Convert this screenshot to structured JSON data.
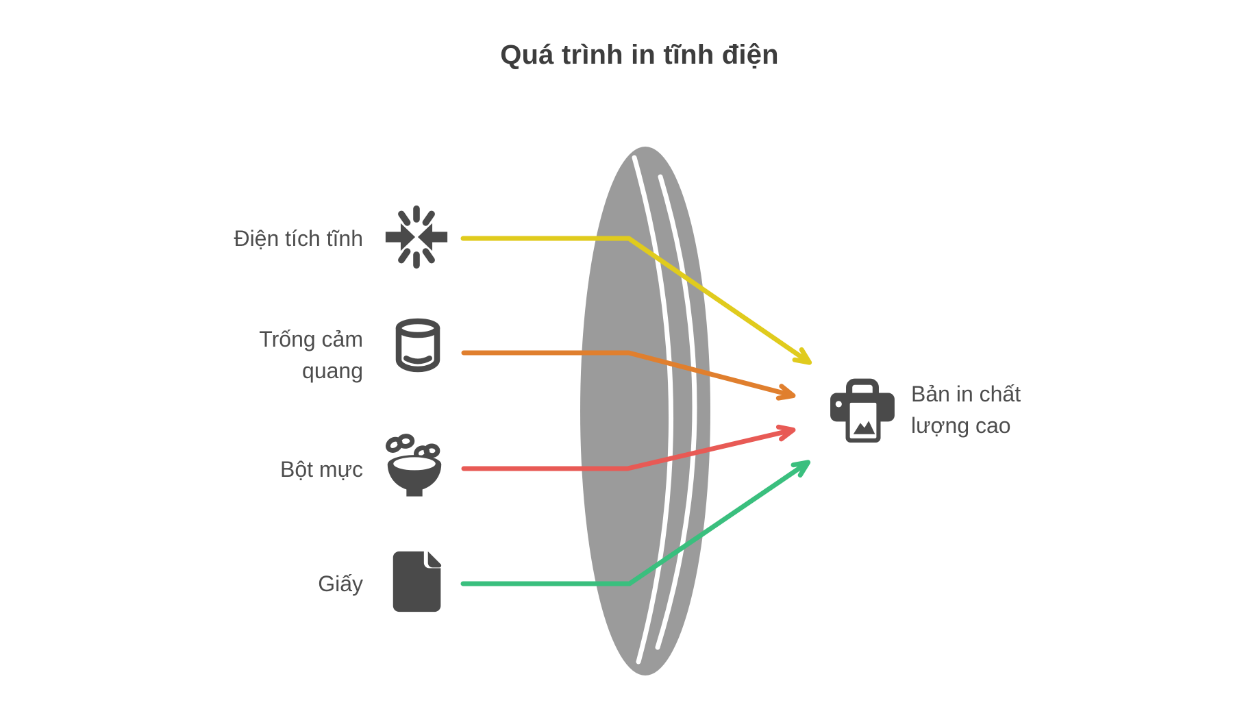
{
  "title": "Quá trình in tĩnh điện",
  "lens": {
    "color": "#9b9b9b"
  },
  "inputs": [
    {
      "label": "Điện tích tĩnh",
      "icon": "static-charge-collision-icon",
      "arrow_color": "#e0cb1d"
    },
    {
      "label": "Trống cảm\nquang",
      "icon": "photosensitive-drum-icon",
      "arrow_color": "#e07f2e"
    },
    {
      "label": "Bột mực",
      "icon": "toner-bowl-icon",
      "arrow_color": "#e85a55"
    },
    {
      "label": "Giấy",
      "icon": "paper-sheet-icon",
      "arrow_color": "#3abf7e"
    }
  ],
  "output": {
    "label": "Bản in chất\nlượng cao",
    "icon": "printer-icon"
  },
  "colors": {
    "icon": "#4a4a4a",
    "text": "#4d4d4d",
    "title": "#3d3d3d",
    "background": "#ffffff",
    "lens": "#9b9b9b"
  }
}
